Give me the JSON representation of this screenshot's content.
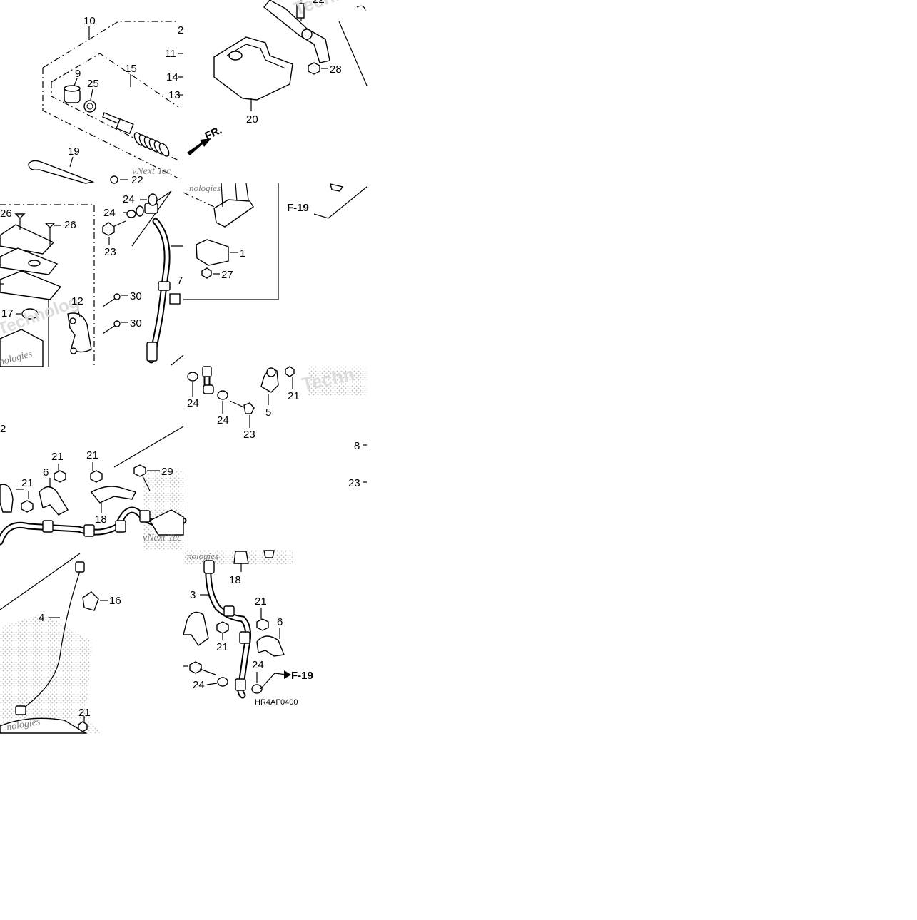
{
  "watermark": {
    "text_a": "vNext Tec",
    "text_b": "Technolog",
    "text_c": "nologies",
    "text_d": "Techn"
  },
  "labels": {
    "p10": "10",
    "p2a": "2",
    "p11": "11",
    "p14": "14",
    "p13": "13",
    "p9": "9",
    "p25": "25",
    "p15": "15",
    "p19": "19",
    "p22a": "22",
    "p22b": "22",
    "p20": "20",
    "p28": "28",
    "p24a": "24",
    "p24b": "24",
    "p23a": "23",
    "p26a": "26",
    "p26b": "26",
    "p1": "1",
    "p27": "27",
    "p7": "7",
    "p30a": "30",
    "p30b": "30",
    "p12": "12",
    "p17": "17",
    "p24c": "24",
    "p24d": "24",
    "p23b": "23",
    "p5": "5",
    "p21a": "21",
    "p8": "8",
    "p23c": "23",
    "p2b": "2",
    "p21b": "21",
    "p21c": "21",
    "p21d": "21",
    "p6a": "6",
    "p29": "29",
    "p18a": "18",
    "p4": "4",
    "p16": "16",
    "p21e": "21",
    "p18b": "18",
    "p3": "3",
    "p21f": "21",
    "p6b": "6",
    "p21g": "21",
    "p24e": "24",
    "p24f": "24"
  },
  "markers": {
    "fr": "FR.",
    "ref_top": "F-19",
    "ref_bottom": "F-19"
  },
  "diagram_code": "HR4AF0400",
  "colors": {
    "ink": "#000000",
    "watermark": "#7a7a7a",
    "stipple": "#b5b5b5"
  }
}
